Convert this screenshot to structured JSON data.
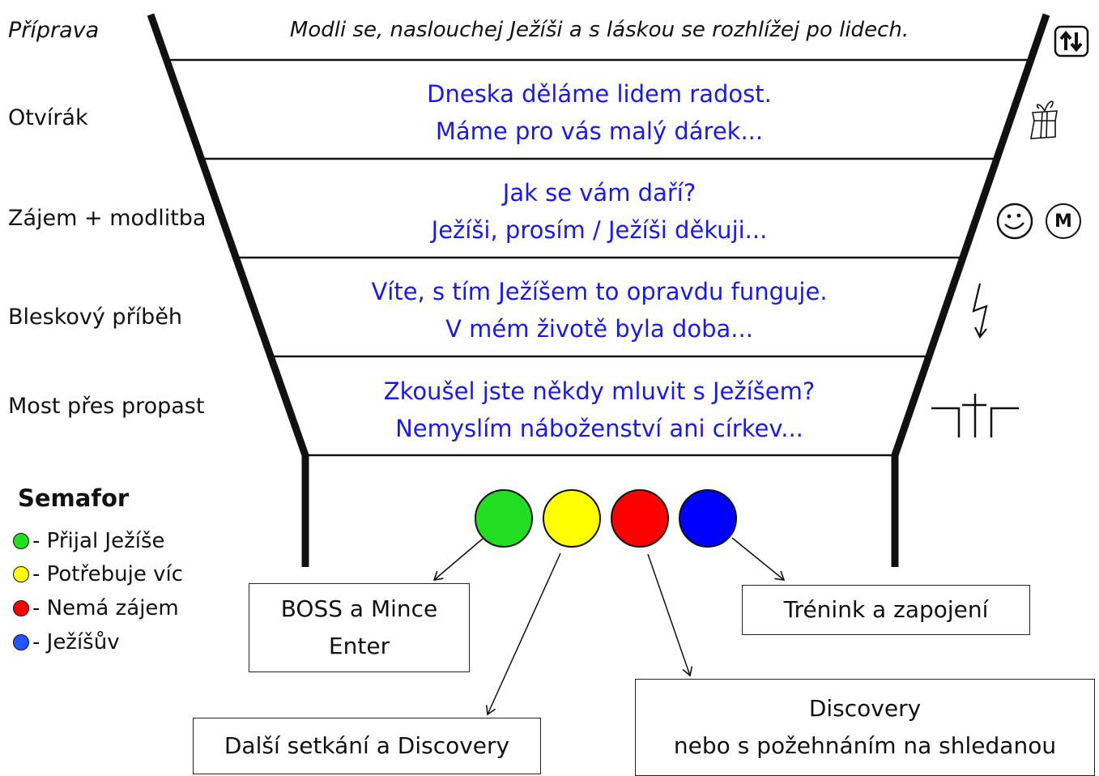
{
  "stages": [
    {
      "label": "Příprava",
      "italic": true
    },
    {
      "label": "Otvírák"
    },
    {
      "label": "Zájem + modlitba"
    },
    {
      "label": "Bleskový příběh"
    },
    {
      "label": "Most přes propast"
    }
  ],
  "funnel": {
    "prep_text": "Modli se, naslouchej Ježíši a s láskou se rozhlížej po lidech.",
    "rows": [
      {
        "line1": "Dneska děláme lidem radost.",
        "line2": "Máme pro vás malý dárek..."
      },
      {
        "line1": "Jak se vám daří?",
        "line2": "Ježíši, prosím / Ježíši děkuji..."
      },
      {
        "line1": "Víte, s tím Ježíšem to opravdu funguje.",
        "line2": "V mém životě byla doba..."
      },
      {
        "line1": "Zkoušel jste někdy mluvit s Ježíšem?",
        "line2": "Nemyslím náboženství ani církev..."
      }
    ]
  },
  "icons": {
    "arrows_updown": "up-down-arrows-icon",
    "gift": "gift-icon",
    "smiley": "smiley-icon",
    "m_circle": "M",
    "lightning": "lightning-icon",
    "bridge": "bridge-icon"
  },
  "legend": {
    "title": "Semafor",
    "items": [
      {
        "color": "#22dd22",
        "text": "- Přijal Ježíše"
      },
      {
        "color": "#ffff00",
        "text": "- Potřebuje víc"
      },
      {
        "color": "#ff0000",
        "text": "- Nemá zájem"
      },
      {
        "color": "#2255ff",
        "text": "- Ježíšův"
      }
    ]
  },
  "semafor_colors": [
    "#22dd22",
    "#ffff00",
    "#ff0000",
    "#0000ff"
  ],
  "outcomes": {
    "green": {
      "line1": "BOSS a Mince",
      "line2": "Enter"
    },
    "yellow": {
      "line1": "Další setkání a Discovery"
    },
    "red": {
      "line1": "Discovery",
      "line2": "nebo s požehnáním na shledanou"
    },
    "blue": {
      "line1": "Trénink a zapojení"
    }
  }
}
